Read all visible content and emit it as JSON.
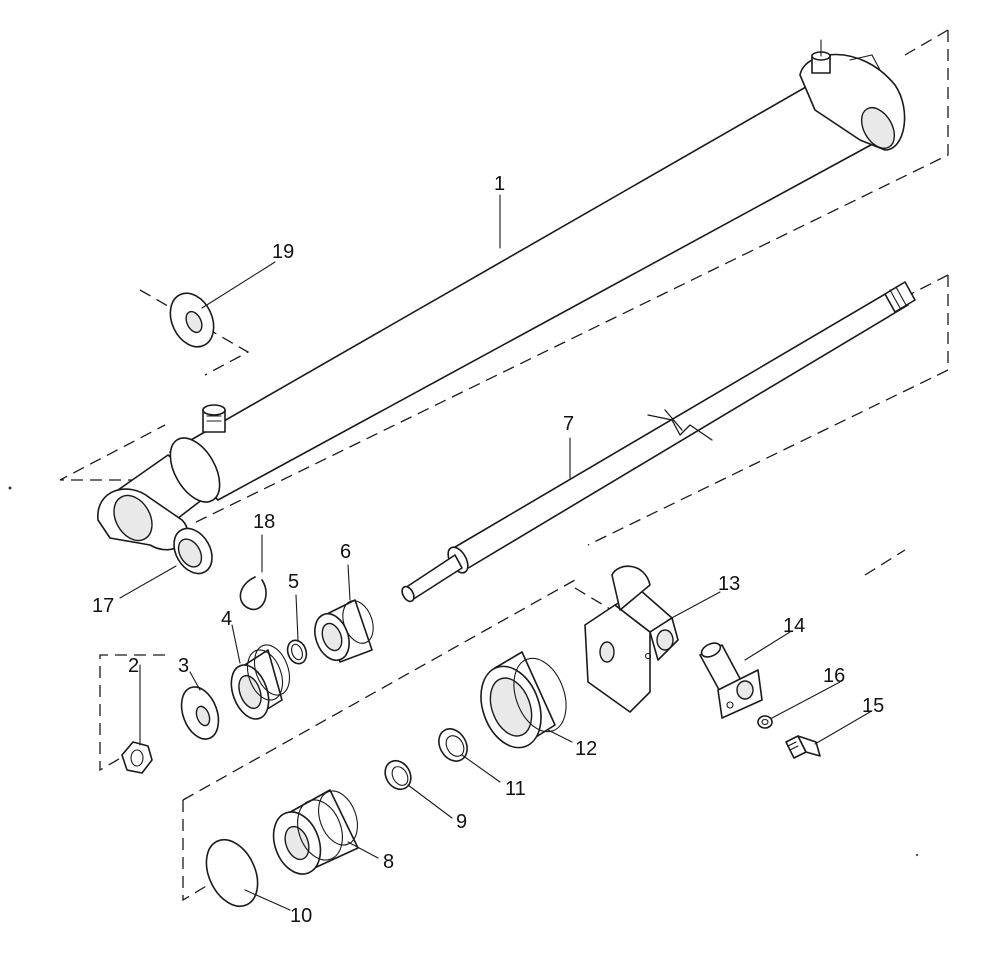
{
  "diagram": {
    "parts": [
      {
        "id": "1",
        "label": "1"
      },
      {
        "id": "2",
        "label": "2"
      },
      {
        "id": "3",
        "label": "3"
      },
      {
        "id": "4",
        "label": "4"
      },
      {
        "id": "5",
        "label": "5"
      },
      {
        "id": "6",
        "label": "6"
      },
      {
        "id": "7",
        "label": "7"
      },
      {
        "id": "8",
        "label": "8"
      },
      {
        "id": "9",
        "label": "9"
      },
      {
        "id": "10",
        "label": "10"
      },
      {
        "id": "11",
        "label": "11"
      },
      {
        "id": "12",
        "label": "12"
      },
      {
        "id": "13",
        "label": "13"
      },
      {
        "id": "14",
        "label": "14"
      },
      {
        "id": "15",
        "label": "15"
      },
      {
        "id": "16",
        "label": "16"
      },
      {
        "id": "17",
        "label": "17"
      },
      {
        "id": "18",
        "label": "18"
      },
      {
        "id": "19",
        "label": "19"
      }
    ]
  }
}
